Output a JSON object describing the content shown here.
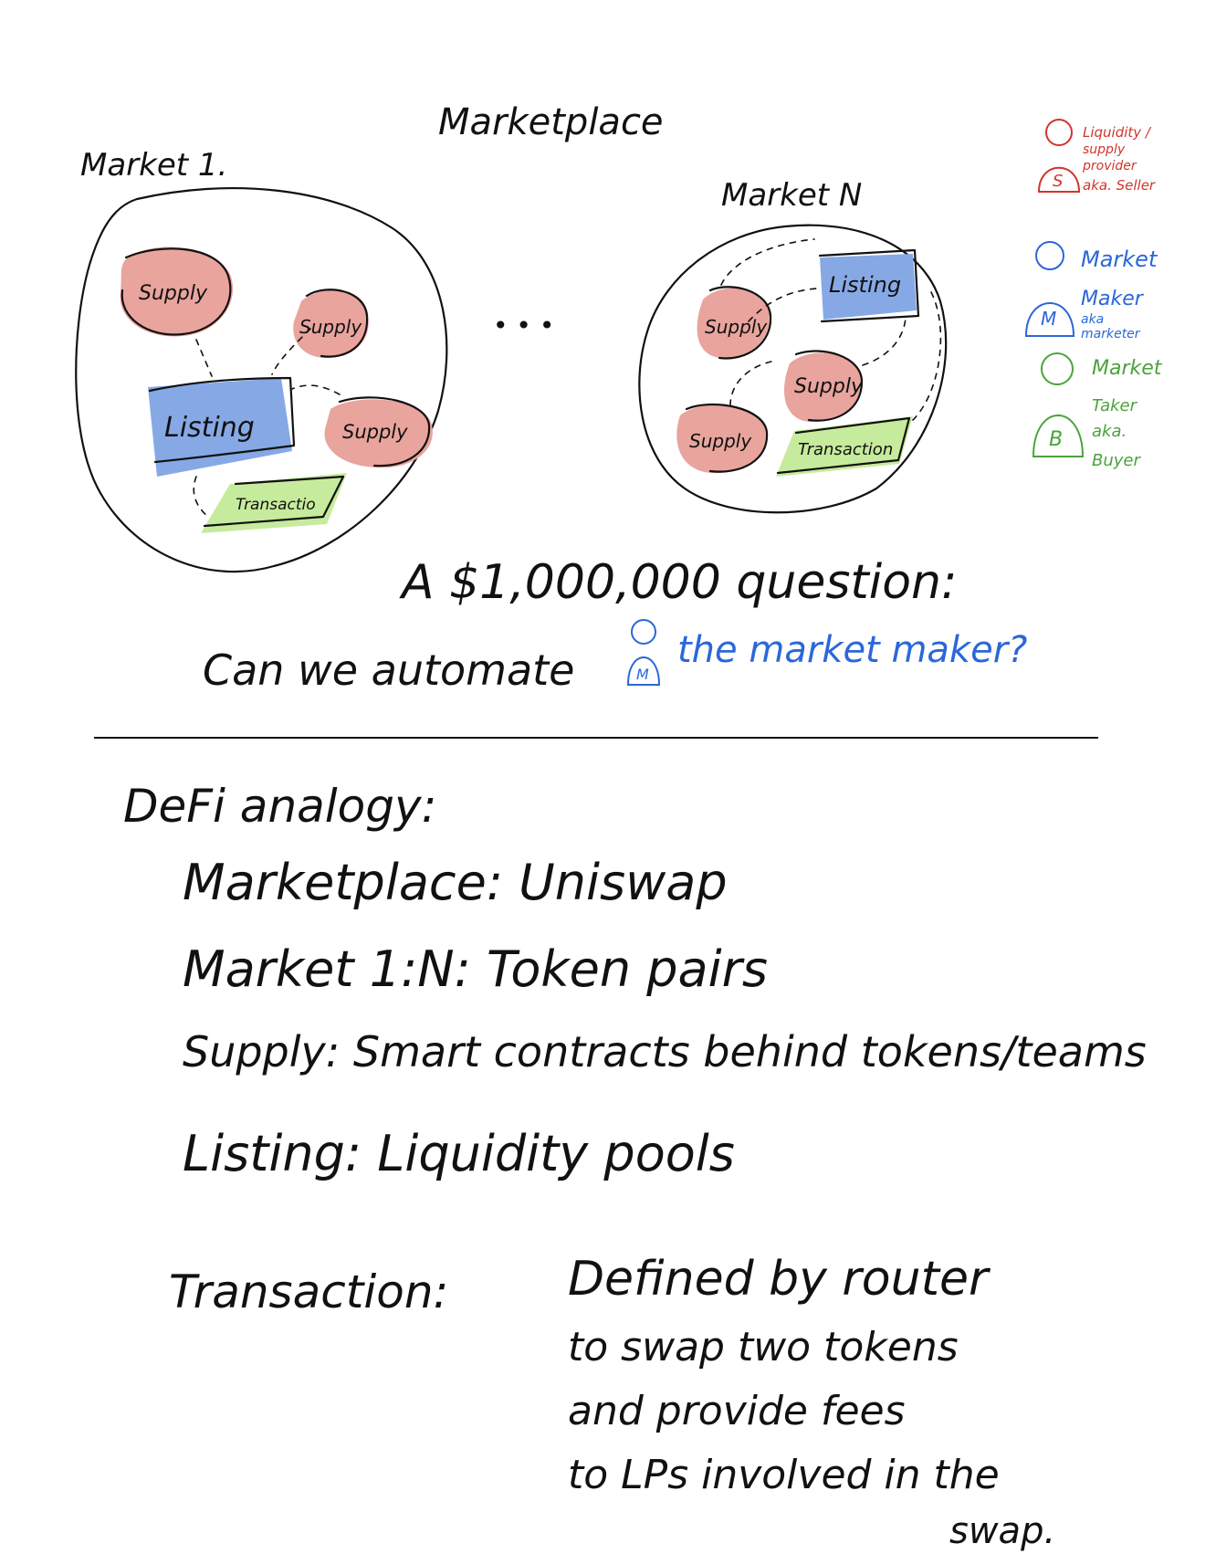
{
  "diagram": {
    "title": "Marketplace",
    "market_1": {
      "label": "Market 1.",
      "supply_labels": [
        "Supply",
        "Supply",
        "Supply"
      ],
      "listing_label": "Listing",
      "transaction_label": "Transactio"
    },
    "ellipsis": "• • •",
    "market_n": {
      "label": "Market N",
      "supply_labels": [
        "Supply",
        "Supply",
        "Supply"
      ],
      "listing_label": "Listing",
      "transaction_label": "Transaction"
    },
    "legend": {
      "supplier": {
        "glyph": "S",
        "lines": [
          "Liquidity /",
          "supply",
          "provider",
          "aka. Seller"
        ],
        "color": "#d2352b"
      },
      "maker": {
        "glyph": "M",
        "lines": [
          "Market",
          "Maker",
          "aka",
          "marketer"
        ],
        "color": "#2b67d9"
      },
      "taker": {
        "glyph": "B",
        "lines": [
          "Market",
          "Taker",
          "aka.",
          "Buyer"
        ],
        "color": "#4ba33b"
      }
    },
    "question": {
      "line1": "A $1,000,000 question:",
      "line2_black": "Can we automate",
      "line2_blue": "the market maker?",
      "glyph": "M"
    }
  },
  "analogy": {
    "heading": "DeFi analogy:",
    "rows": [
      "Marketplace: Uniswap",
      "Market 1:N: Token pairs",
      "Supply: Smart contracts behind tokens/teams",
      "Listing: Liquidity pools"
    ],
    "transaction": {
      "label": "Transaction:",
      "lines": [
        "Defined by router",
        "to swap two tokens",
        "and provide fees",
        "to LPs involved in the",
        "swap."
      ]
    }
  }
}
